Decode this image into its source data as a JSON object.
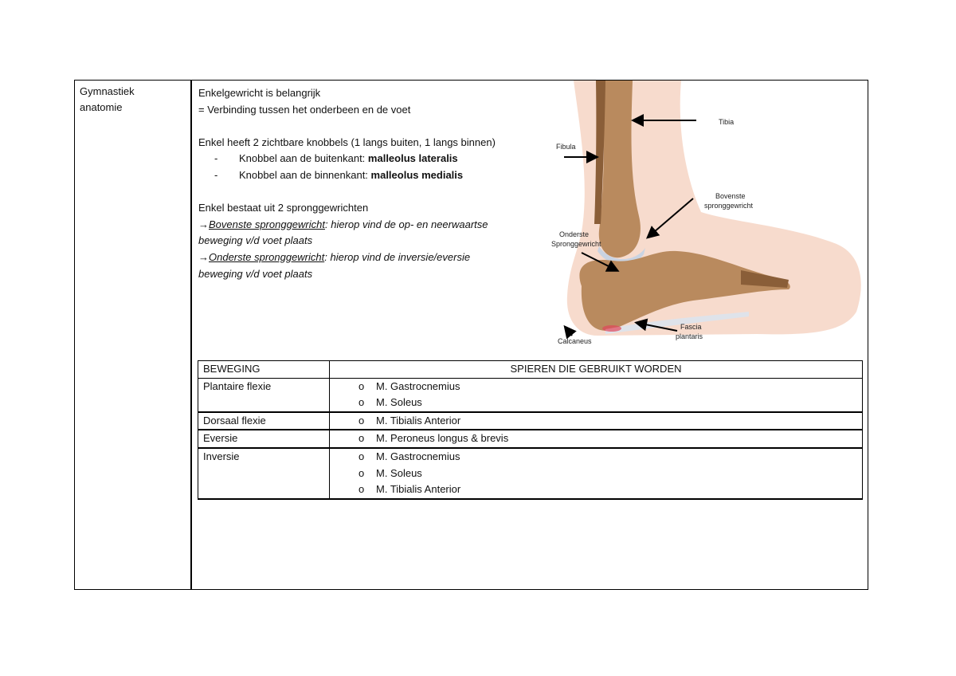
{
  "left_title": [
    "Gymnastiek",
    "anatomie"
  ],
  "intro": {
    "line1": "Enkelgewricht is belangrijk",
    "line2": "= Verbinding tussen het onderbeen en de voet"
  },
  "bumps": {
    "heading": "Enkel heeft 2 zichtbare knobbels (1 langs buiten, 1 langs binnen)",
    "items": [
      {
        "dash": "-",
        "text": "Knobbel aan de buitenkant: ",
        "bold": "malleolus lateralis"
      },
      {
        "dash": "-",
        "text": "Knobbel aan de binnenkant: ",
        "bold": "malleolus medialis"
      }
    ]
  },
  "joints": {
    "heading": "Enkel bestaat uit 2 spronggewrichten",
    "upper_arrow": "→",
    "upper_name": "Bovenste spronggewricht",
    "upper_rest": ": hierop vind de op- en neerwaartse",
    "upper_cont": "beweging v/d voet plaats",
    "lower_arrow": "→",
    "lower_name": "Onderste spronggewricht",
    "lower_rest": ": hierop vind de inversie/eversie",
    "lower_cont": "beweging v/d voet plaats"
  },
  "illustration": {
    "labels": {
      "tibia": "Tibia",
      "fibula": "Fibula",
      "upper1": "Bovenste",
      "upper2": "spronggewricht",
      "lower1": "Onderste",
      "lower2": "Spronggewricht",
      "calcaneus": "Calcaneus",
      "fascia1": "Fascia",
      "fascia2": "plantaris"
    },
    "colors": {
      "skin": "#f6d5c4",
      "bone": "#b98a5e",
      "bone_dark": "#8a5e38",
      "cartilage": "#c9d3e2"
    }
  },
  "table": {
    "headers": [
      "BEWEGING",
      "SPIEREN DIE GEBRUIKT WORDEN"
    ],
    "rows": [
      {
        "movement": "Plantaire flexie",
        "muscles": [
          "M. Gastrocnemius",
          "M. Soleus"
        ]
      },
      {
        "movement": "Dorsaal flexie",
        "muscles": [
          "M. Tibialis Anterior"
        ]
      },
      {
        "movement": "Eversie",
        "muscles": [
          "M. Peroneus longus & brevis"
        ]
      },
      {
        "movement": "Inversie",
        "muscles": [
          "M. Gastrocnemius",
          "M. Soleus",
          "M. Tibialis Anterior"
        ]
      }
    ],
    "bullet_char": "o"
  }
}
